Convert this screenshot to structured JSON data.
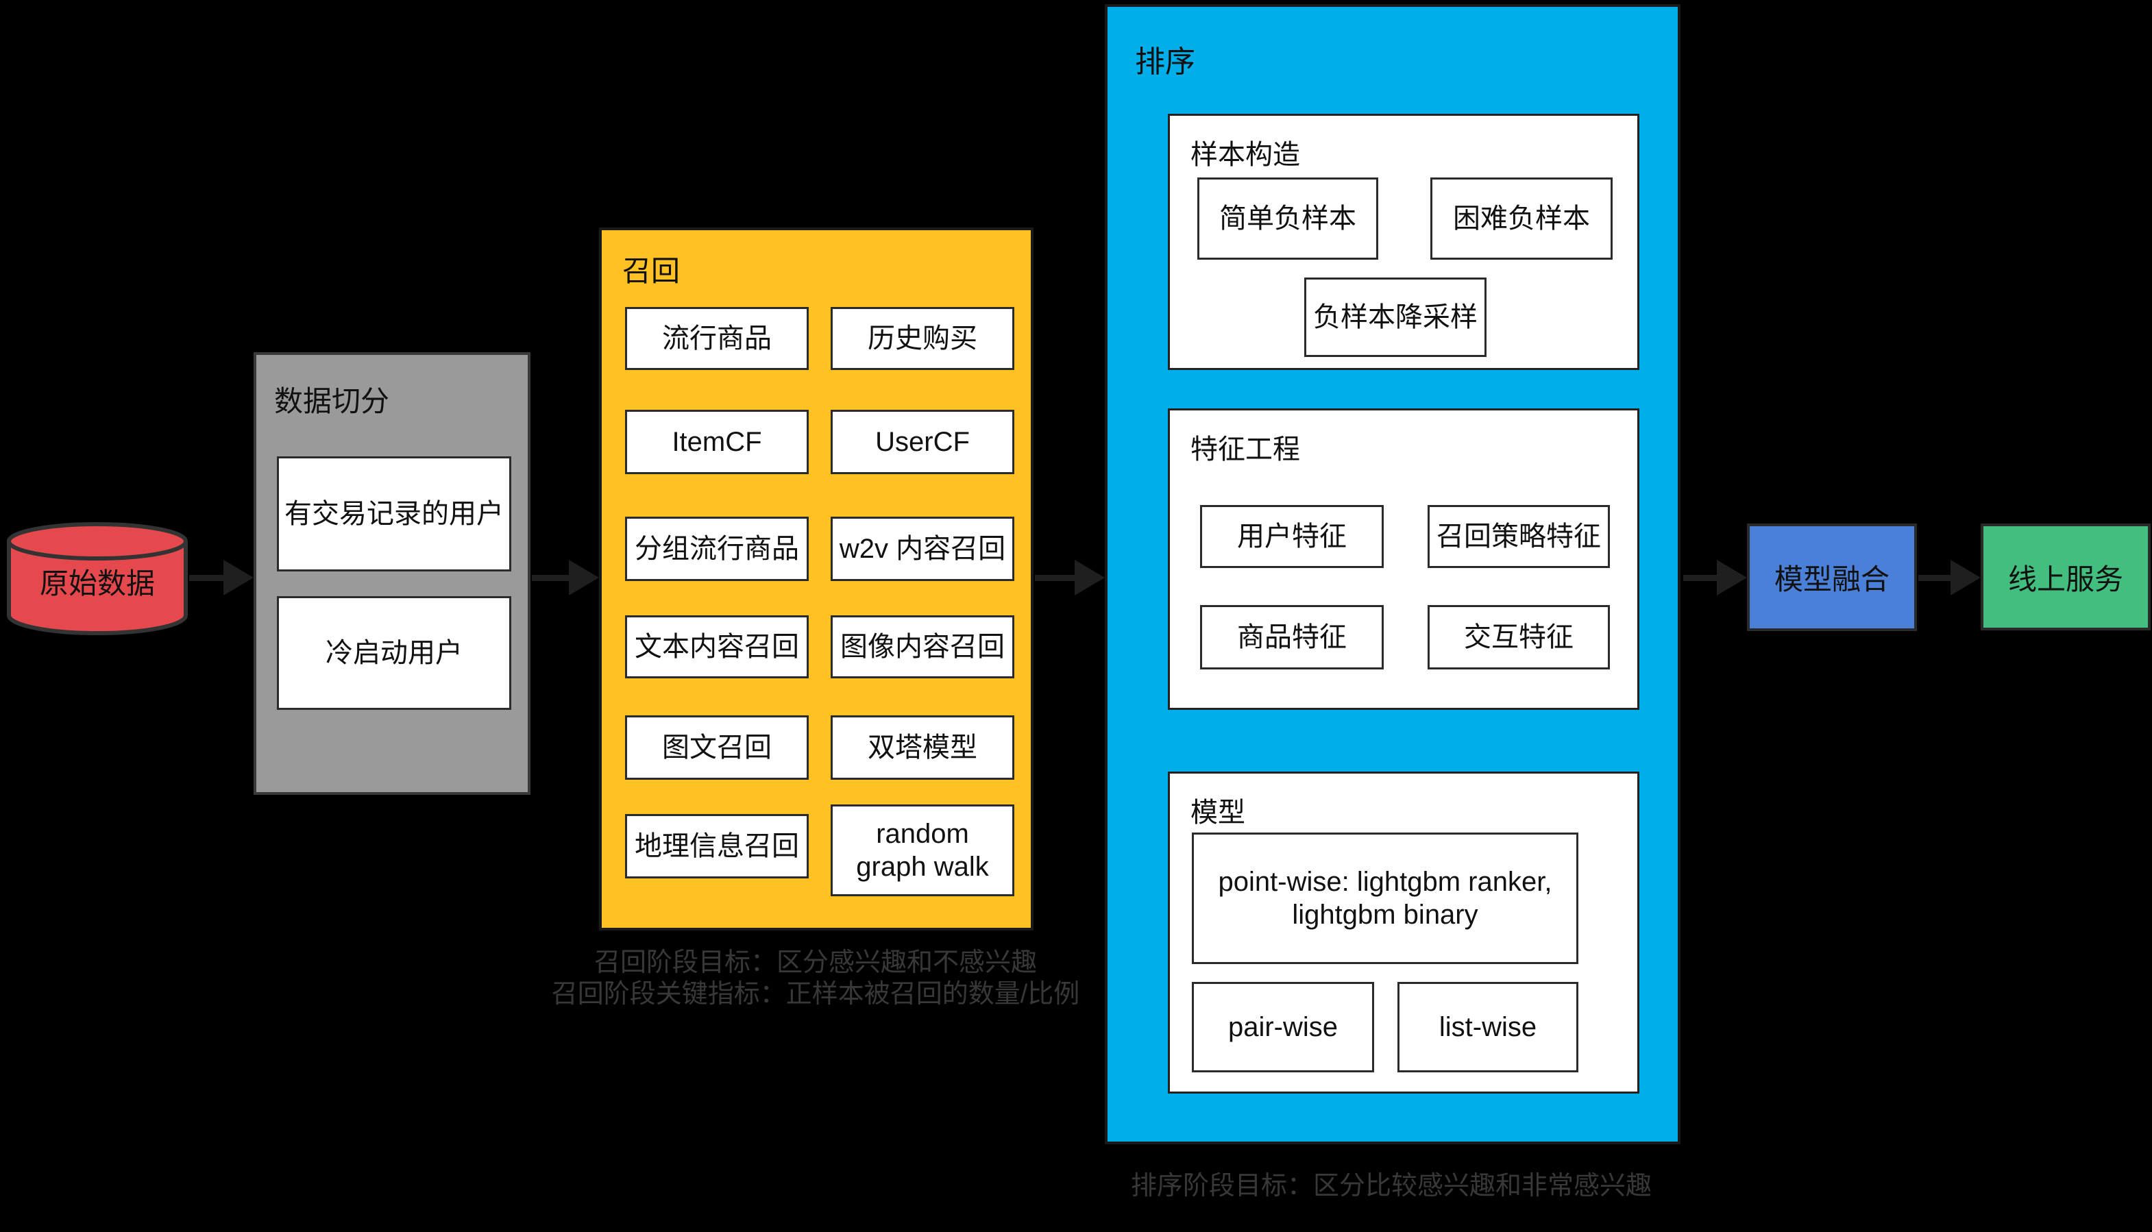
{
  "colors": {
    "background": "#000000",
    "cylinder_red": "#e5494d",
    "split_gray": "#9a9a9a",
    "recall_yellow": "#ffc222",
    "ranking_cyan": "#00aee9",
    "fusion_blue": "#4a80d8",
    "serving_green": "#42be7e",
    "leaf_white": "#ffffff",
    "arrow_dark": "#1f1f1f",
    "caption_gray": "#383838"
  },
  "nodes": {
    "source": {
      "label": "原始数据"
    },
    "data_split": {
      "title": "数据切分",
      "items": [
        "有交易记录的用户",
        "冷启动用户"
      ]
    },
    "recall": {
      "title": "召回",
      "items": [
        "流行商品",
        "历史购买",
        "ItemCF",
        "UserCF",
        "分组流行商品",
        "w2v 内容召回",
        "文本内容召回",
        "图像内容召回",
        "图文召回",
        "双塔模型",
        "地理信息召回",
        "random graph walk"
      ]
    },
    "ranking": {
      "title": "排序",
      "sections": [
        {
          "title": "样本构造",
          "items": [
            "简单负样本",
            "困难负样本",
            "负样本降采样"
          ]
        },
        {
          "title": "特征工程",
          "items": [
            "用户特征",
            "召回策略特征",
            "商品特征",
            "交互特征"
          ]
        },
        {
          "title": "模型",
          "items": [
            "point-wise: lightgbm ranker, lightgbm binary",
            "pair-wise",
            "list-wise"
          ]
        }
      ]
    },
    "fusion": {
      "label": "模型融合"
    },
    "serving": {
      "label": "线上服务"
    }
  },
  "captions": {
    "recall_goal": "召回阶段目标：区分感兴趣和不感兴趣",
    "recall_metric": "召回阶段关键指标：正样本被召回的数量/比例",
    "ranking_goal": "排序阶段目标：区分比较感兴趣和非常感兴趣"
  }
}
